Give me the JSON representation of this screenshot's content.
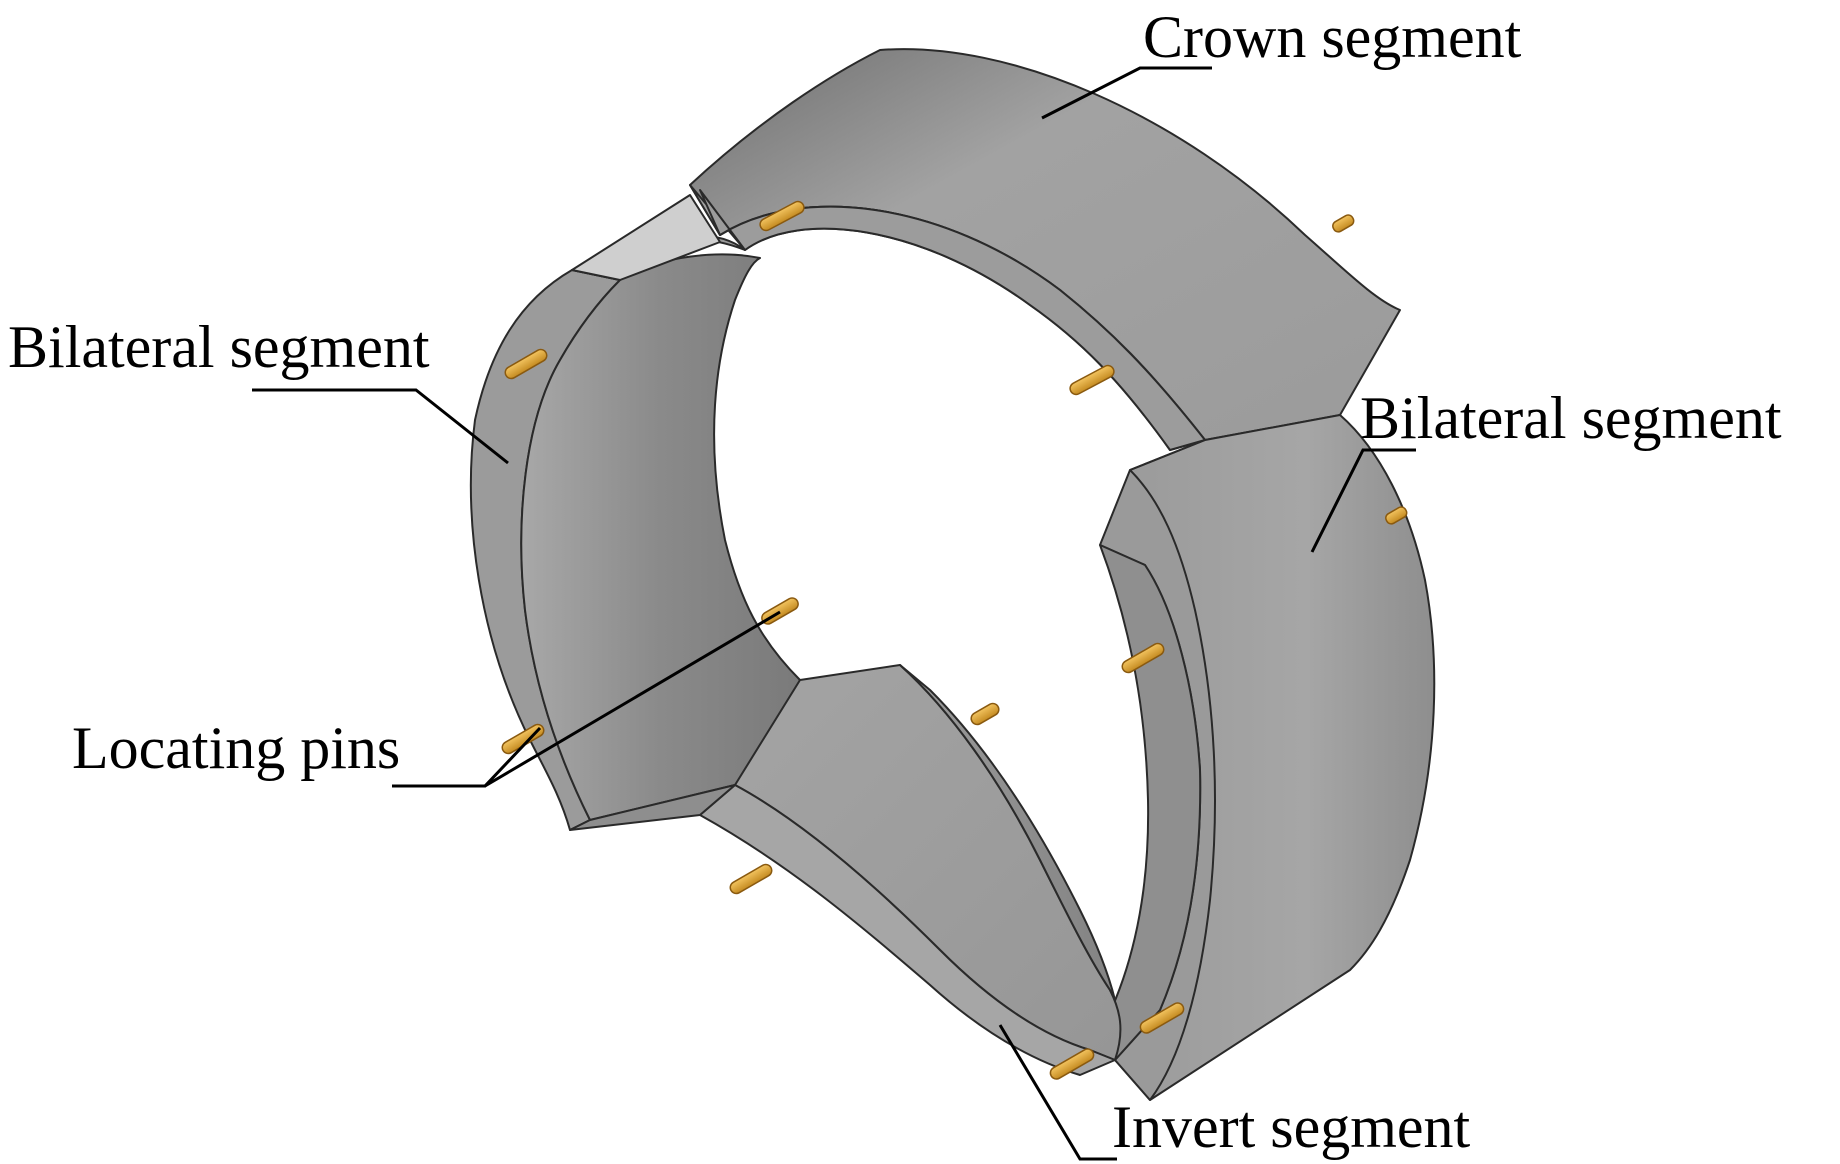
{
  "labels": {
    "crown": "Crown segment",
    "bilateral_left": "Bilateral segment",
    "bilateral_right": "Bilateral segment",
    "locating_pins": "Locating pins",
    "invert": "Invert segment"
  },
  "colors": {
    "segment_face": "#9a9a9a",
    "segment_inner": "#8c8c8c",
    "joint_face": "#c8c8c8",
    "pin": "#e0a838",
    "text": "#000000",
    "background": "#ffffff"
  }
}
